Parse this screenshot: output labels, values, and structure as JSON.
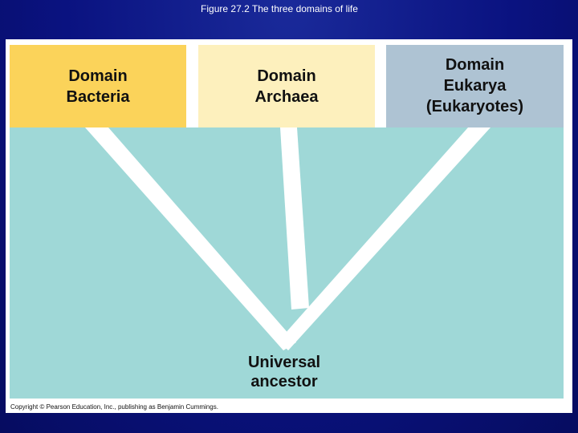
{
  "slide_title": "Figure 27.2  The three domains of life",
  "domains": [
    {
      "line1": "Domain",
      "line2": "Bacteria",
      "line3": "",
      "color": "#fbd35a"
    },
    {
      "line1": "Domain",
      "line2": "Archaea",
      "line3": "",
      "color": "#fdf0bd"
    },
    {
      "line1": "Domain",
      "line2": "Eukarya",
      "line3": "(Eukaryotes)",
      "color": "#aec3d3"
    }
  ],
  "root": {
    "line1": "Universal",
    "line2": "ancestor"
  },
  "copyright": "Copyright © Pearson Education, Inc., publishing as Benjamin Cummings.",
  "colors": {
    "background": "#0a1280",
    "tree_area": "#9fd8d7",
    "branch": "#ffffff"
  }
}
